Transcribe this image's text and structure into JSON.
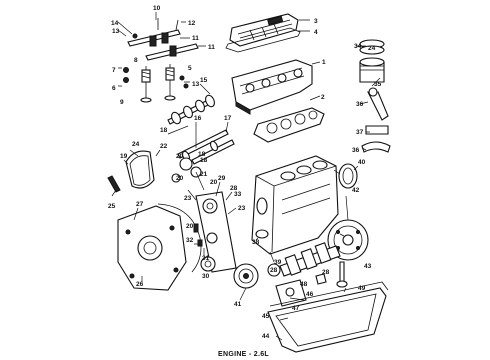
{
  "caption": "ENGINE - 2.6L",
  "callouts": {
    "c1": "1",
    "c2": "2",
    "c3": "3",
    "c4": "4",
    "c5": "5",
    "c6": "6",
    "c7": "7",
    "c8": "8",
    "c9": "9",
    "c10": "10",
    "c11": "11",
    "c12": "12",
    "c13": "13",
    "c14": "14",
    "c15": "15",
    "c16": "16",
    "c17": "17",
    "c18": "18",
    "c19": "19",
    "c20": "20",
    "c21": "21",
    "c22": "22",
    "c23": "23",
    "c24a": "24",
    "c24b": "24",
    "c25": "25",
    "c26": "26",
    "c27": "27",
    "c28": "28",
    "c29": "29",
    "c30": "30",
    "c31": "31",
    "c32": "32",
    "c33": "33",
    "c34": "34",
    "c35": "35",
    "c36a": "36",
    "c36b": "36",
    "c37": "37",
    "c38": "38",
    "c39": "39",
    "c40": "40",
    "c41": "41",
    "c42": "42",
    "c43": "43",
    "c44": "44",
    "c45": "45",
    "c46": "46",
    "c47": "47",
    "c48": "48",
    "c49": "49"
  }
}
